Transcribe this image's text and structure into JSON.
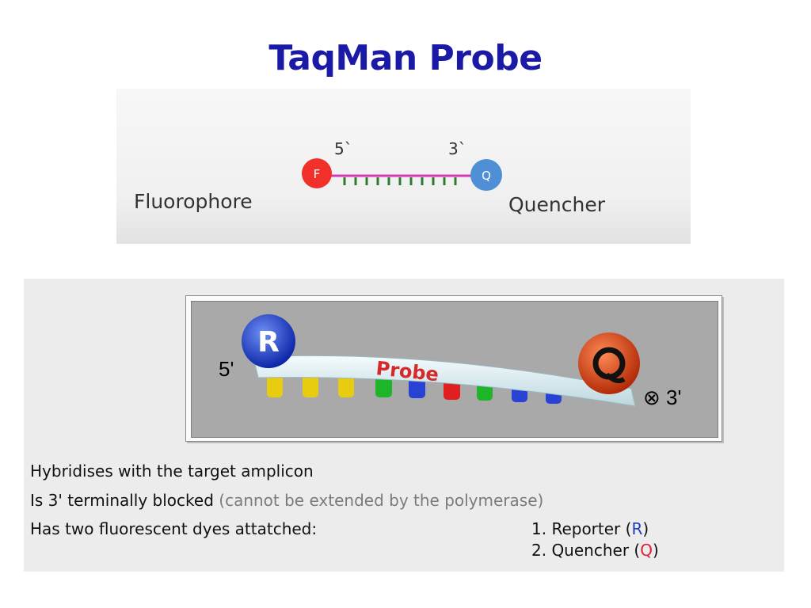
{
  "slide": {
    "title": "TaqMan Probe"
  },
  "top_diagram": {
    "end_5_label": "5`",
    "end_3_label": "3`",
    "fluorophore_letter": "F",
    "quencher_letter": "Q",
    "fluorophore_label": "Fluorophore",
    "quencher_label": "Quencher",
    "colors": {
      "fluorophore": "#f2302a",
      "quencher": "#4f8fd6",
      "strand": "#d43ab6",
      "bases": "#2f7a2f"
    }
  },
  "bottom_diagram": {
    "probe_label": "Probe",
    "reporter_letter": "R",
    "end_5_label": "5'",
    "end_3_label": "⊗ 3'",
    "colors": {
      "reporter": "#1a3fd0",
      "quencher": "#e04818",
      "probe_text": "#d62a2a",
      "backbone": "#dff0f6"
    },
    "base_colors": [
      "#e8cc10",
      "#e8cc10",
      "#e8cc10",
      "#1fb52a",
      "#2842d4",
      "#e02020",
      "#1fb52a",
      "#2842d4",
      "#2842d4"
    ]
  },
  "text": {
    "line1": "Hybridises with the target amplicon",
    "line2_main": "Is 3' terminally blocked",
    "line2_note": "(cannot be extended by the polymerase)",
    "line3": "Has two fluorescent dyes attatched:",
    "item1_prefix": "1. Reporter (",
    "item1_letter": "R",
    "item1_suffix": ")",
    "item2_prefix": "2. Quencher (",
    "item2_letter": "Q",
    "item2_suffix": ")"
  }
}
